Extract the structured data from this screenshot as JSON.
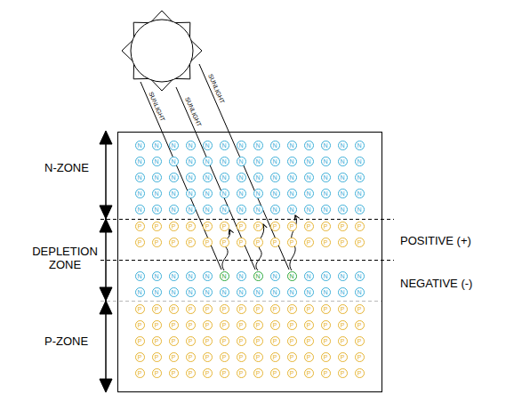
{
  "diagram": {
    "nodes": [
      {
        "text": [
          "N"
        ]
      },
      {
        "text": [
          "N"
        ]
      },
      {
        "text": [
          "N"
        ]
      },
      {
        "text": [
          "N"
        ]
      },
      {
        "text": [
          "N"
        ]
      },
      {
        "text": [
          "N"
        ]
      },
      {
        "text": [
          "N"
        ]
      },
      {
        "text": [
          "N"
        ]
      },
      {
        "text": [
          "N"
        ]
      },
      {
        "text": [
          "N"
        ]
      },
      {
        "text": [
          "N"
        ]
      },
      {
        "text": [
          "N"
        ]
      },
      {
        "text": [
          "N"
        ]
      },
      {
        "text": [
          "N"
        ]
      },
      {
        "text": [
          "N"
        ]
      },
      {
        "text": [
          "N"
        ]
      },
      {
        "text": [
          "N"
        ]
      },
      {
        "text": [
          "N"
        ]
      },
      {
        "text": [
          "N"
        ]
      },
      {
        "text": [
          "N"
        ]
      },
      {
        "text": [
          "N"
        ]
      },
      {
        "text": [
          "N"
        ]
      },
      {
        "text": [
          "N"
        ]
      },
      {
        "text": [
          "N"
        ]
      },
      {
        "text": [
          "N"
        ]
      },
      {
        "text": [
          "N"
        ]
      },
      {
        "text": [
          "N"
        ]
      },
      {
        "text": [
          "N"
        ]
      },
      {
        "text": [
          "N"
        ]
      },
      {
        "text": [
          "N"
        ]
      },
      {
        "text": [
          "N"
        ]
      },
      {
        "text": [
          "N"
        ]
      },
      {
        "text": [
          "N"
        ]
      },
      {
        "text": [
          "N"
        ]
      },
      {
        "text": [
          "N"
        ]
      },
      {
        "text": [
          "N"
        ]
      },
      {
        "text": [
          "N"
        ]
      },
      {
        "text": [
          "N"
        ]
      },
      {
        "text": [
          "N"
        ]
      },
      {
        "text": [
          "N"
        ]
      },
      {
        "text": [
          "N"
        ]
      },
      {
        "text": [
          "N"
        ]
      },
      {
        "text": [
          "N"
        ]
      },
      {
        "text": [
          "N"
        ]
      },
      {
        "text": [
          "N"
        ]
      },
      {
        "text": [
          "N"
        ]
      },
      {
        "text": [
          "N"
        ]
      },
      {
        "text": [
          "N"
        ]
      },
      {
        "text": [
          "N"
        ]
      },
      {
        "text": [
          "N"
        ]
      },
      {
        "text": [
          "N"
        ]
      },
      {
        "text": [
          "N"
        ]
      },
      {
        "text": [
          "N"
        ]
      },
      {
        "text": [
          "N"
        ]
      },
      {
        "text": [
          "N"
        ]
      },
      {
        "text": [
          "N"
        ]
      },
      {
        "text": [
          "N"
        ]
      },
      {
        "text": [
          "N"
        ]
      },
      {
        "text": [
          "N"
        ]
      },
      {
        "text": [
          "N"
        ]
      },
      {
        "text": [
          "N"
        ]
      },
      {
        "text": [
          "N"
        ]
      },
      {
        "text": [
          "N"
        ]
      },
      {
        "text": [
          "N"
        ]
      },
      {
        "text": [
          "N"
        ]
      },
      {
        "text": [
          "N"
        ]
      },
      {
        "text": [
          "N"
        ]
      },
      {
        "text": [
          "N"
        ]
      },
      {
        "text": [
          "N"
        ]
      },
      {
        "text": [
          "N"
        ]
      },
      {
        "text": [
          "P"
        ]
      },
      {
        "text": [
          "P"
        ]
      },
      {
        "text": [
          "P"
        ]
      },
      {
        "text": [
          "P"
        ]
      },
      {
        "text": [
          "P"
        ]
      },
      {
        "text": [
          "P"
        ]
      },
      {
        "text": [
          "P"
        ]
      },
      {
        "text": [
          "P"
        ]
      },
      {
        "text": [
          "P"
        ]
      },
      {
        "text": [
          "P"
        ]
      },
      {
        "text": [
          "P"
        ]
      },
      {
        "text": [
          "P"
        ]
      },
      {
        "text": [
          "P"
        ]
      },
      {
        "text": [
          "P"
        ]
      },
      {
        "text": [
          "P"
        ]
      },
      {
        "text": [
          "P"
        ]
      },
      {
        "text": [
          "P"
        ]
      },
      {
        "text": [
          "P"
        ]
      },
      {
        "text": [
          "P"
        ]
      },
      {
        "text": [
          "P"
        ]
      },
      {
        "text": [
          "P"
        ]
      },
      {
        "text": [
          "P"
        ]
      },
      {
        "text": [
          "P"
        ]
      },
      {
        "text": [
          "P"
        ]
      },
      {
        "text": [
          "P"
        ]
      },
      {
        "text": [
          "P"
        ]
      },
      {
        "text": [
          "P"
        ]
      },
      {
        "text": [
          "P"
        ]
      },
      {
        "text": [
          "N"
        ]
      },
      {
        "text": [
          "N"
        ]
      },
      {
        "text": [
          "N"
        ]
      },
      {
        "text": [
          "N"
        ]
      },
      {
        "text": [
          "N"
        ]
      },
      {
        "text": [
          "N"
        ]
      },
      {
        "text": [
          "N"
        ]
      },
      {
        "text": [
          "N"
        ]
      },
      {
        "text": [
          "N"
        ]
      },
      {
        "text": [
          "N"
        ]
      },
      {
        "text": [
          "N"
        ]
      },
      {
        "text": [
          "N"
        ]
      },
      {
        "text": [
          "N"
        ]
      },
      {
        "text": [
          "N"
        ]
      },
      {
        "text": [
          "N"
        ]
      },
      {
        "text": [
          "N"
        ]
      },
      {
        "text": [
          "N"
        ]
      },
      {
        "text": [
          "N"
        ]
      },
      {
        "text": [
          "N"
        ]
      },
      {
        "text": [
          "N"
        ]
      },
      {
        "text": [
          "N"
        ]
      },
      {
        "text": [
          "N"
        ]
      },
      {
        "text": [
          "N"
        ]
      },
      {
        "text": [
          "N"
        ]
      },
      {
        "text": [
          "N"
        ]
      },
      {
        "text": [
          "N"
        ]
      },
      {
        "text": [
          "N"
        ]
      },
      {
        "text": [
          "N"
        ]
      },
      {
        "text": [
          "P"
        ]
      },
      {
        "text": [
          "P"
        ]
      },
      {
        "text": [
          "P"
        ]
      },
      {
        "text": [
          "P"
        ]
      },
      {
        "text": [
          "P"
        ]
      },
      {
        "text": [
          "P"
        ]
      },
      {
        "text": [
          "P"
        ]
      },
      {
        "text": [
          "P"
        ]
      },
      {
        "text": [
          "P"
        ]
      },
      {
        "text": [
          "P"
        ]
      },
      {
        "text": [
          "P"
        ]
      },
      {
        "text": [
          "P"
        ]
      },
      {
        "text": [
          "P"
        ]
      },
      {
        "text": [
          "P"
        ]
      },
      {
        "text": [
          "P"
        ]
      },
      {
        "text": [
          "P"
        ]
      },
      {
        "text": [
          "P"
        ]
      },
      {
        "text": [
          "P"
        ]
      },
      {
        "text": [
          "P"
        ]
      },
      {
        "text": [
          "P"
        ]
      },
      {
        "text": [
          "P"
        ]
      },
      {
        "text": [
          "P"
        ]
      },
      {
        "text": [
          "P"
        ]
      },
      {
        "text": [
          "P"
        ]
      },
      {
        "text": [
          "P"
        ]
      },
      {
        "text": [
          "P"
        ]
      },
      {
        "text": [
          "P"
        ]
      },
      {
        "text": [
          "P"
        ]
      },
      {
        "text": [
          "P"
        ]
      },
      {
        "text": [
          "P"
        ]
      },
      {
        "text": [
          "P"
        ]
      },
      {
        "text": [
          "P"
        ]
      },
      {
        "text": [
          "P"
        ]
      },
      {
        "text": [
          "P"
        ]
      },
      {
        "text": [
          "P"
        ]
      },
      {
        "text": [
          "P"
        ]
      },
      {
        "text": [
          "P"
        ]
      },
      {
        "text": [
          "P"
        ]
      },
      {
        "text": [
          "P"
        ]
      },
      {
        "text": [
          "P"
        ]
      },
      {
        "text": [
          "P"
        ]
      },
      {
        "text": [
          "P"
        ]
      },
      {
        "text": [
          "P"
        ]
      },
      {
        "text": [
          "P"
        ]
      },
      {
        "text": [
          "P"
        ]
      },
      {
        "text": [
          "P"
        ]
      },
      {
        "text": [
          "P"
        ]
      },
      {
        "text": [
          "P"
        ]
      },
      {
        "text": [
          "P"
        ]
      },
      {
        "text": [
          "P"
        ]
      },
      {
        "text": [
          "P"
        ]
      },
      {
        "text": [
          "P"
        ]
      },
      {
        "text": [
          "P"
        ]
      },
      {
        "text": [
          "P"
        ]
      },
      {
        "text": [
          "P"
        ]
      },
      {
        "text": [
          "P"
        ]
      },
      {
        "text": [
          "P"
        ]
      },
      {
        "text": [
          "P"
        ]
      },
      {
        "text": [
          "P"
        ]
      },
      {
        "text": [
          "P"
        ]
      },
      {
        "text": [
          "P"
        ]
      },
      {
        "text": [
          "P"
        ]
      },
      {
        "text": [
          "P"
        ]
      },
      {
        "text": [
          "P"
        ]
      },
      {
        "text": [
          "P"
        ]
      },
      {
        "text": [
          "P"
        ]
      },
      {
        "text": [
          "P"
        ]
      },
      {
        "text": [
          "P"
        ]
      },
      {
        "text": [
          "P"
        ]
      },
      {
        "text": [
          "P"
        ]
      }
    ],
    "labels": [
      "N-ZONE",
      "DEPLETION ZONE",
      "P-ZONE",
      "POSITIVE (+)",
      "NEGATIVE (-)",
      "SUNLIGHT",
      "SUNLIGHT",
      "SUNLIGHT"
    ]
  }
}
